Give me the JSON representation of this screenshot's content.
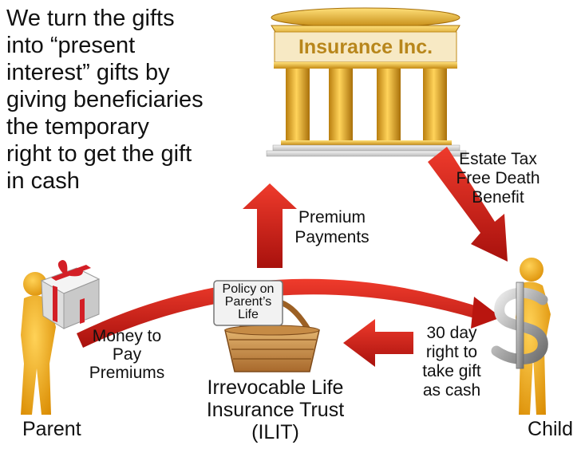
{
  "headline_lines": [
    "We turn the gifts",
    "into “present",
    "interest” gifts by",
    "giving beneficiaries",
    "the temporary",
    "right to get the gift",
    "in cash"
  ],
  "insurer": {
    "sign": "Insurance Inc."
  },
  "arrows": {
    "premium_label": [
      "Premium",
      "Payments"
    ],
    "death_benefit_label": [
      "Estate Tax",
      "Free Death",
      "Benefit"
    ],
    "child_right_label": [
      "30 day",
      "right to",
      "take gift",
      "as cash"
    ],
    "money_label": [
      "Money to",
      "Pay",
      "Premiums"
    ]
  },
  "basket": {
    "tag": [
      "Policy on",
      "Parent’s",
      "Life"
    ],
    "caption": [
      "Irrevocable Life",
      "Insurance Trust",
      "(ILIT)"
    ]
  },
  "parent": {
    "label": "Parent"
  },
  "child": {
    "label": "Child"
  },
  "colors": {
    "arrow_red": "#d0201b",
    "figure_gold": "#f2a50c",
    "column_gold": "#e3a91e",
    "sign_text": "#b8861b"
  },
  "icons": [
    "gift-box-icon",
    "dollar-sign-icon",
    "basket-icon",
    "bank-building-icon"
  ]
}
